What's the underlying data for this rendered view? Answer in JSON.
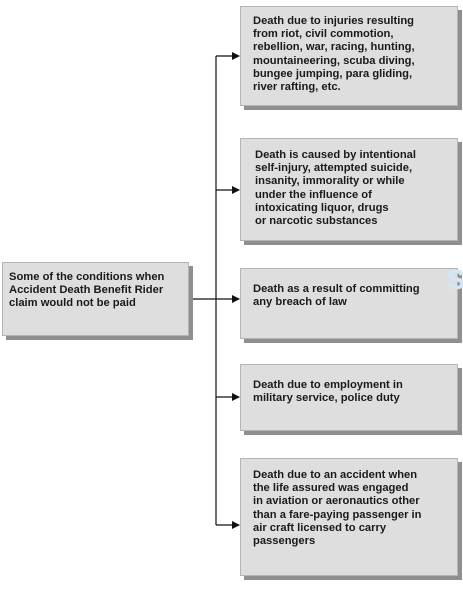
{
  "root": {
    "text": "Some of the conditions when\nAccident Death Benefit Rider\nclaim would not be paid"
  },
  "conditions": [
    "Death due to injuries resulting\nfrom riot, civil commotion,\nrebellion, war, racing, hunting,\nmountaineering, scuba diving,\nbungee jumping, para gliding,\nriver rafting, etc.",
    "Death is caused by intentional\nself-injury, attempted suicide,\ninsanity, immorality or while\nunder the influence of\nintoxicating liquor, drugs\nor narcotic substances",
    "Death as a result of committing\nany breach of law",
    "Death due to employment in\nmilitary service, police duty",
    "Death due to an accident when\nthe life assured was engaged\nin aviation or aeronautics other\nthan a fare-paying passenger in\nair craft licensed to carry\npassengers"
  ],
  "colors": {
    "box_fill": "#dedede",
    "box_border": "#b4b4b4",
    "box_shadow": "#8f8f8f",
    "connector": "#111111",
    "watermark": "#d2e7f4"
  }
}
